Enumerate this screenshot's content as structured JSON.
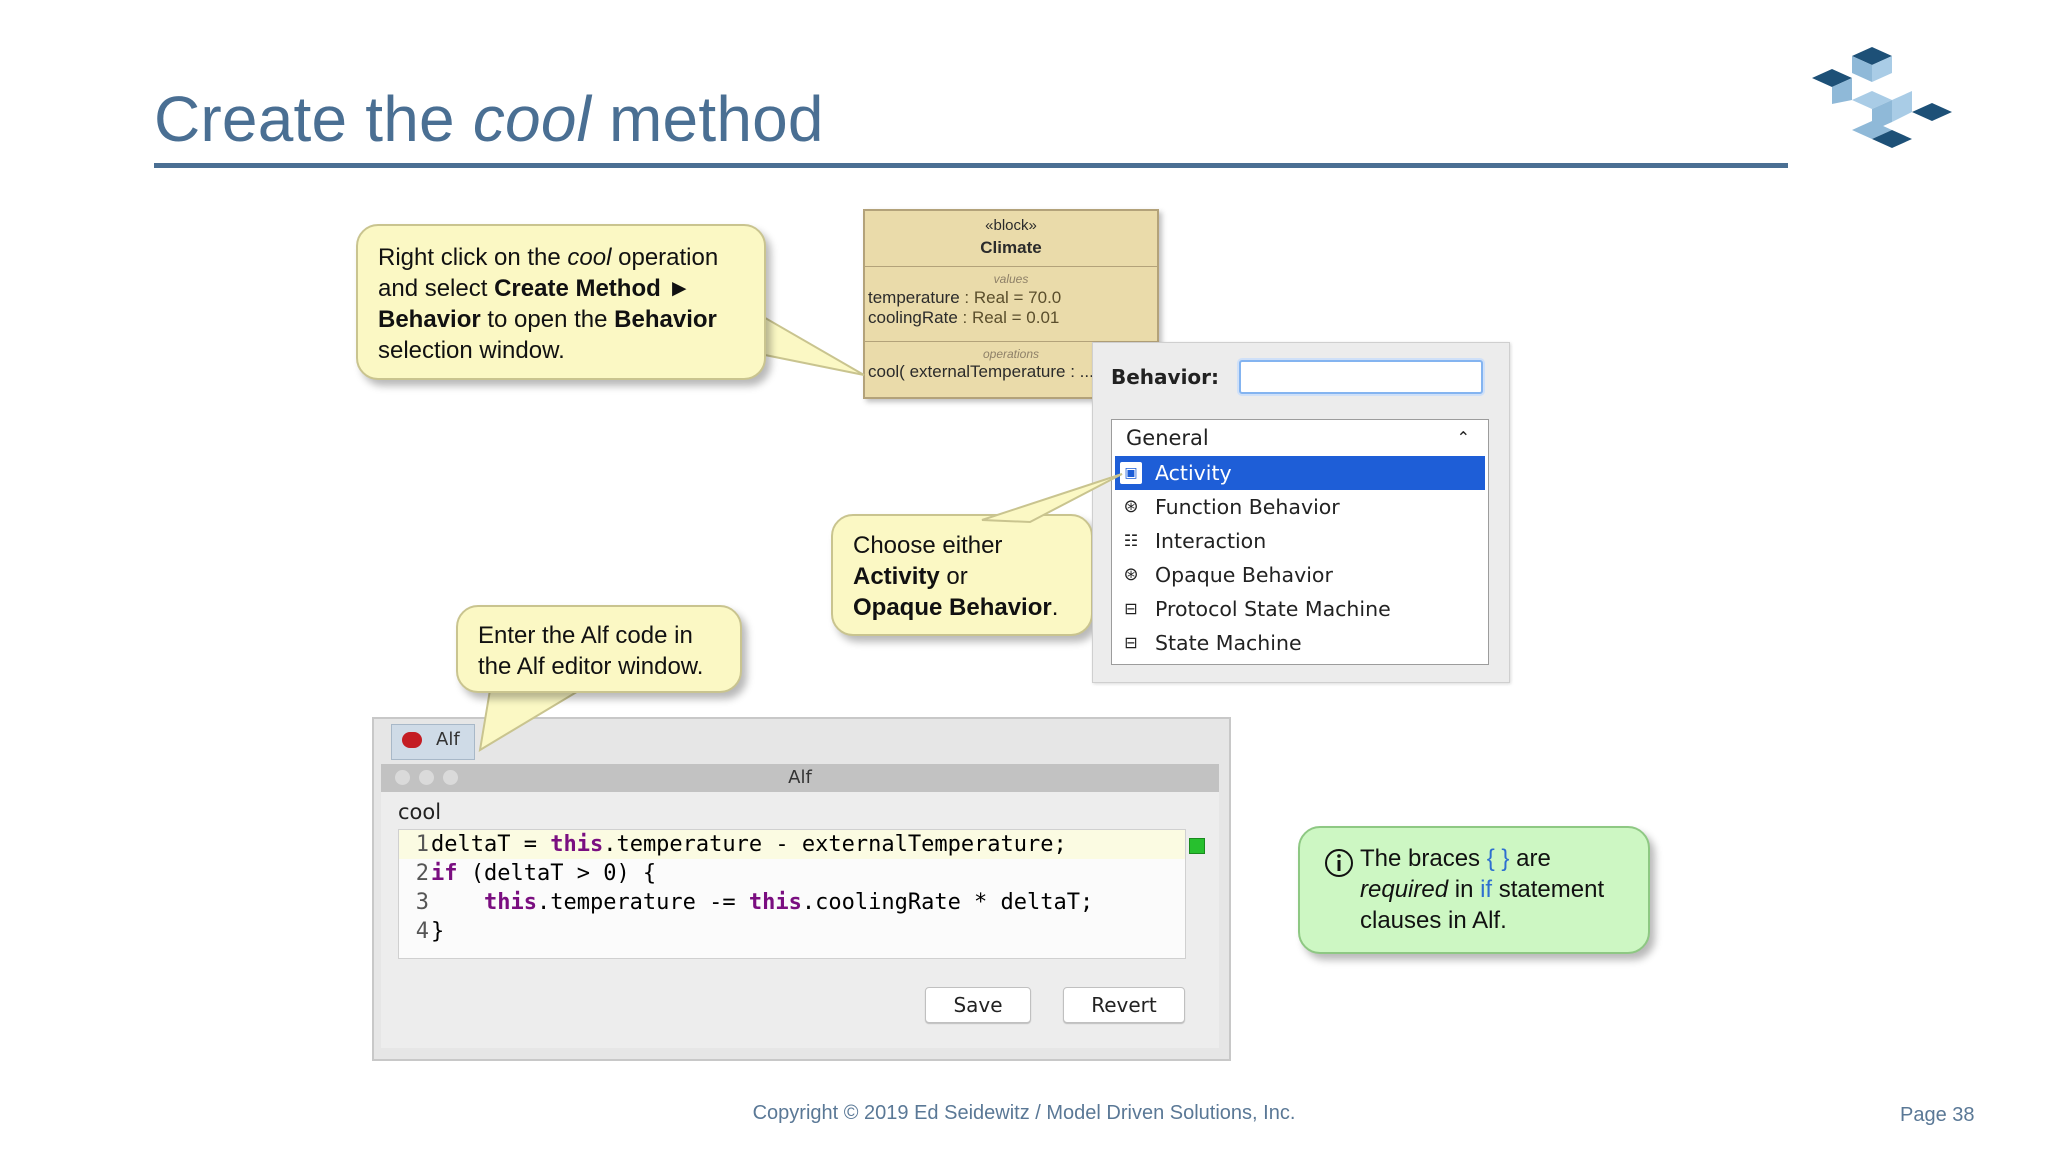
{
  "slide": {
    "title_pre": "Create the ",
    "title_em": "cool",
    "title_post": " method"
  },
  "block": {
    "stereotype": "«block»",
    "name": "Climate",
    "values_heading": "values",
    "attr1_name": "temperature",
    "attr1_rest": " : Real = 70.0",
    "attr2_name": "coolingRate",
    "attr2_rest": " : Real = 0.01",
    "operations_heading": "operations",
    "op_text": "cool( externalTemperature : ..."
  },
  "callout_right_click": {
    "t1": "Right click on the ",
    "t2": "cool",
    "t3": " operation and select ",
    "t4": "Create Method ► Behavior",
    "t5": " to open the ",
    "t6": "Behavior",
    "t7": " selection window."
  },
  "callout_choose": {
    "t1": "Choose either",
    "t2": "Activity",
    "t3": " or",
    "t4": "Opaque Behavior",
    "t5": "."
  },
  "callout_enter": {
    "text": "Enter the Alf code in the Alf editor window."
  },
  "callout_braces": {
    "t1": "The braces ",
    "t2": "{ }",
    "t3": " are ",
    "t4": "required",
    "t5": " in ",
    "t6": "if",
    "t7": " statement clauses in Alf."
  },
  "behavior_dialog": {
    "label": "Behavior:",
    "input_value": "",
    "group": "General",
    "items": [
      {
        "label": "Activity",
        "icon": "activity-icon",
        "selected": true
      },
      {
        "label": "Function Behavior",
        "icon": "function-behavior-icon"
      },
      {
        "label": "Interaction",
        "icon": "interaction-icon"
      },
      {
        "label": "Opaque Behavior",
        "icon": "opaque-behavior-icon"
      },
      {
        "label": "Protocol State Machine",
        "icon": "protocol-state-machine-icon"
      },
      {
        "label": "State Machine",
        "icon": "state-machine-icon"
      }
    ]
  },
  "alf_editor": {
    "tab_label": "Alf",
    "window_title": "Alf",
    "method_name": "cool",
    "lines": [
      {
        "n": "1",
        "pre": "deltaT = ",
        "kw1": "this",
        "mid": ".temperature - externalTemperature;"
      },
      {
        "n": "2",
        "pre": "",
        "kw1": "if",
        "mid": " (deltaT > 0) {"
      },
      {
        "n": "3",
        "pre": "    ",
        "kw1": "this",
        "mid": ".temperature -= ",
        "kw2": "this",
        "post": ".coolingRate * deltaT;"
      },
      {
        "n": "4",
        "pre": "}",
        "kw1": "",
        "mid": ""
      }
    ],
    "save_label": "Save",
    "revert_label": "Revert"
  },
  "footer": {
    "copyright": "Copyright © 2019 Ed Seidewitz / Model Driven Solutions, Inc.",
    "page": "Page 38"
  },
  "colors": {
    "title": "#4a6f93",
    "callout_yellow": "#fbf8c4",
    "callout_green": "#cdf7c3",
    "selection": "#1e5ed7",
    "keyword": "#7a0e80",
    "logo": "#1d5077"
  }
}
